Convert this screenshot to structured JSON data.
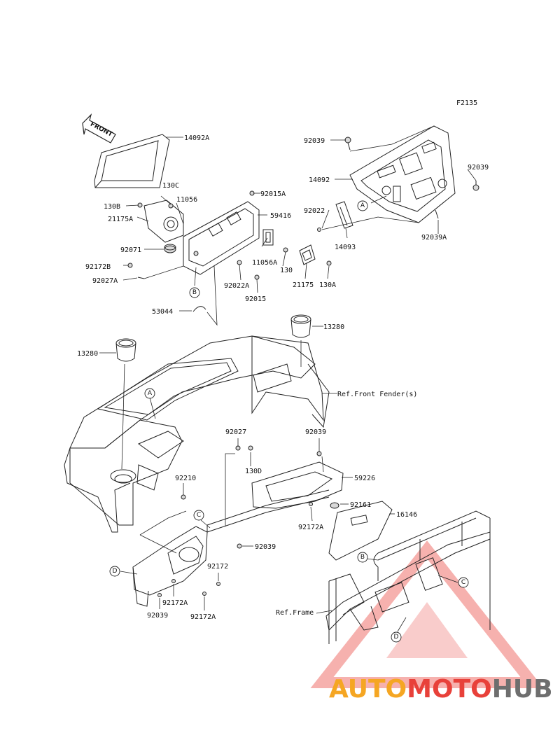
{
  "figure_code": "F2135",
  "front_arrow_label": "FRONT",
  "labels": {
    "p14092A": "14092A",
    "p130B": "130B",
    "p130C": "130C",
    "p11056": "11056",
    "p21175A": "21175A",
    "p92071": "92071",
    "p92172B": "92172B",
    "p92027A": "92027A",
    "p92015A": "92015A",
    "p59416": "59416",
    "p11056A": "11056A",
    "p130": "130",
    "p92022A": "92022A",
    "p92015": "92015",
    "p21175": "21175",
    "p130A": "130A",
    "p53044": "53044",
    "p92039_top": "92039",
    "p14092": "14092",
    "p92039_right": "92039",
    "p92022": "92022",
    "p14093": "14093",
    "p92039A": "92039A",
    "p13280_right": "13280",
    "p13280_left": "13280",
    "ref_front_fender": "Ref.Front Fender(s)",
    "p92027": "92027",
    "p130D": "130D",
    "p92039_mid": "92039",
    "p92210": "92210",
    "p59226": "59226",
    "p92161": "92161",
    "p16146": "16146",
    "p92172A_mid": "92172A",
    "p92039_lower": "92039",
    "p92172": "92172",
    "p92172A_left": "92172A",
    "p92039_bottom": "92039",
    "p92172A_bottom": "92172A",
    "ref_frame": "Ref.Frame"
  },
  "callouts": {
    "a1": "A",
    "a2": "A",
    "b1": "B",
    "b2": "B",
    "c1": "C",
    "c2": "C",
    "d1": "D",
    "d2": "D"
  },
  "watermark": {
    "part1": "AUTO",
    "part2": "MOTO",
    "part3": "HUB",
    "color_orange": "#f5a623",
    "color_red": "#e8413a",
    "color_gray": "#6e6e6e"
  }
}
